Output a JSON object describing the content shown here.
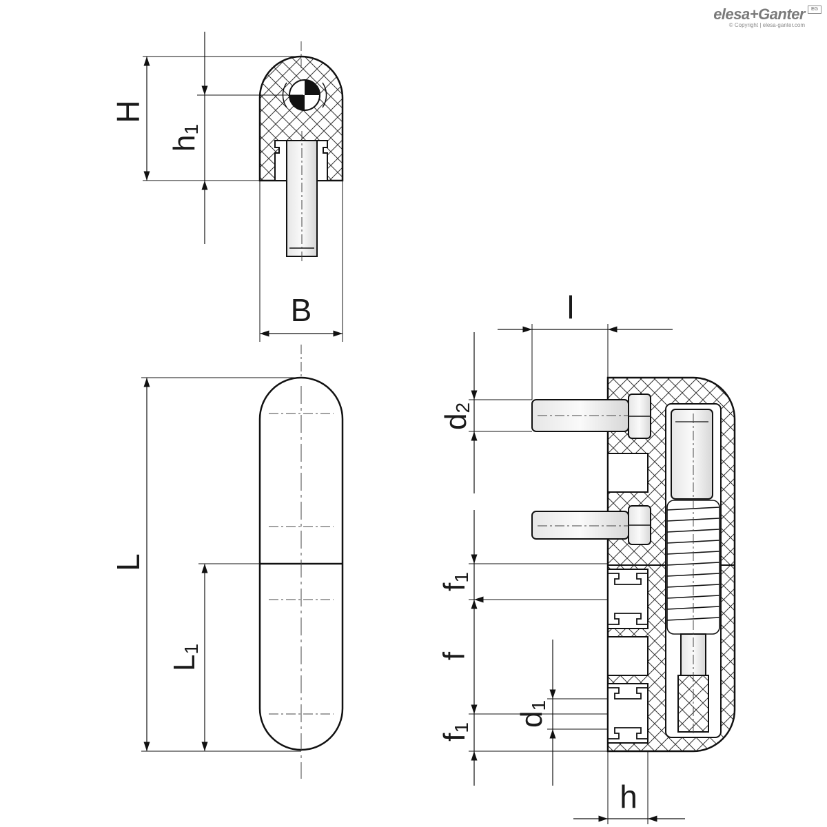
{
  "brand": {
    "name": "elesa+Ganter",
    "copyright": "© Copyright | elesa-ganter.com",
    "badge": "EG"
  },
  "labels": {
    "H": "H",
    "h1_base": "h",
    "h1_sub": "1",
    "B": "B",
    "L": "L",
    "L1_base": "L",
    "L1_sub": "1",
    "l": "l",
    "d2_base": "d",
    "d2_sub": "2",
    "f1_top_base": "f",
    "f1_top_sub": "1",
    "f": "f",
    "f1_bottom_base": "f",
    "f1_bottom_sub": "1",
    "d1_base": "d",
    "d1_sub": "1",
    "h": "h"
  }
}
